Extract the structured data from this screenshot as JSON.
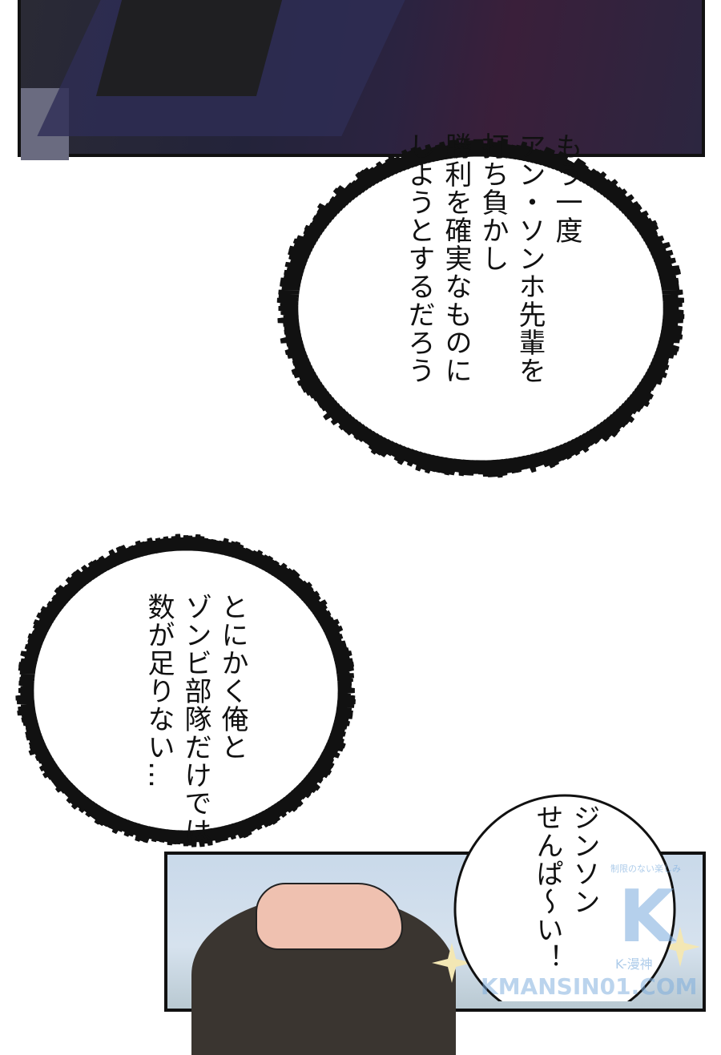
{
  "bubbles": [
    {
      "lines": [
        "もう一度",
        "アン・ソンホ先輩を",
        "打ち負かし",
        "勝利を確実なものに",
        "しようとするだろう"
      ]
    },
    {
      "lines": [
        "とにかく俺と",
        "ゾンビ部隊だけでは",
        "数が足りない…"
      ]
    },
    {
      "lines": [
        "ジンソン",
        "せんぱ〜い！"
      ]
    }
  ],
  "watermark": {
    "logo": "K",
    "tagline": "制限のない楽しみ",
    "name": "K-漫神",
    "site": "KMANSIN01.COM"
  },
  "colors": {
    "ink": "#111111",
    "sky": "#c9d9ea",
    "watermark": "#78aadc"
  }
}
